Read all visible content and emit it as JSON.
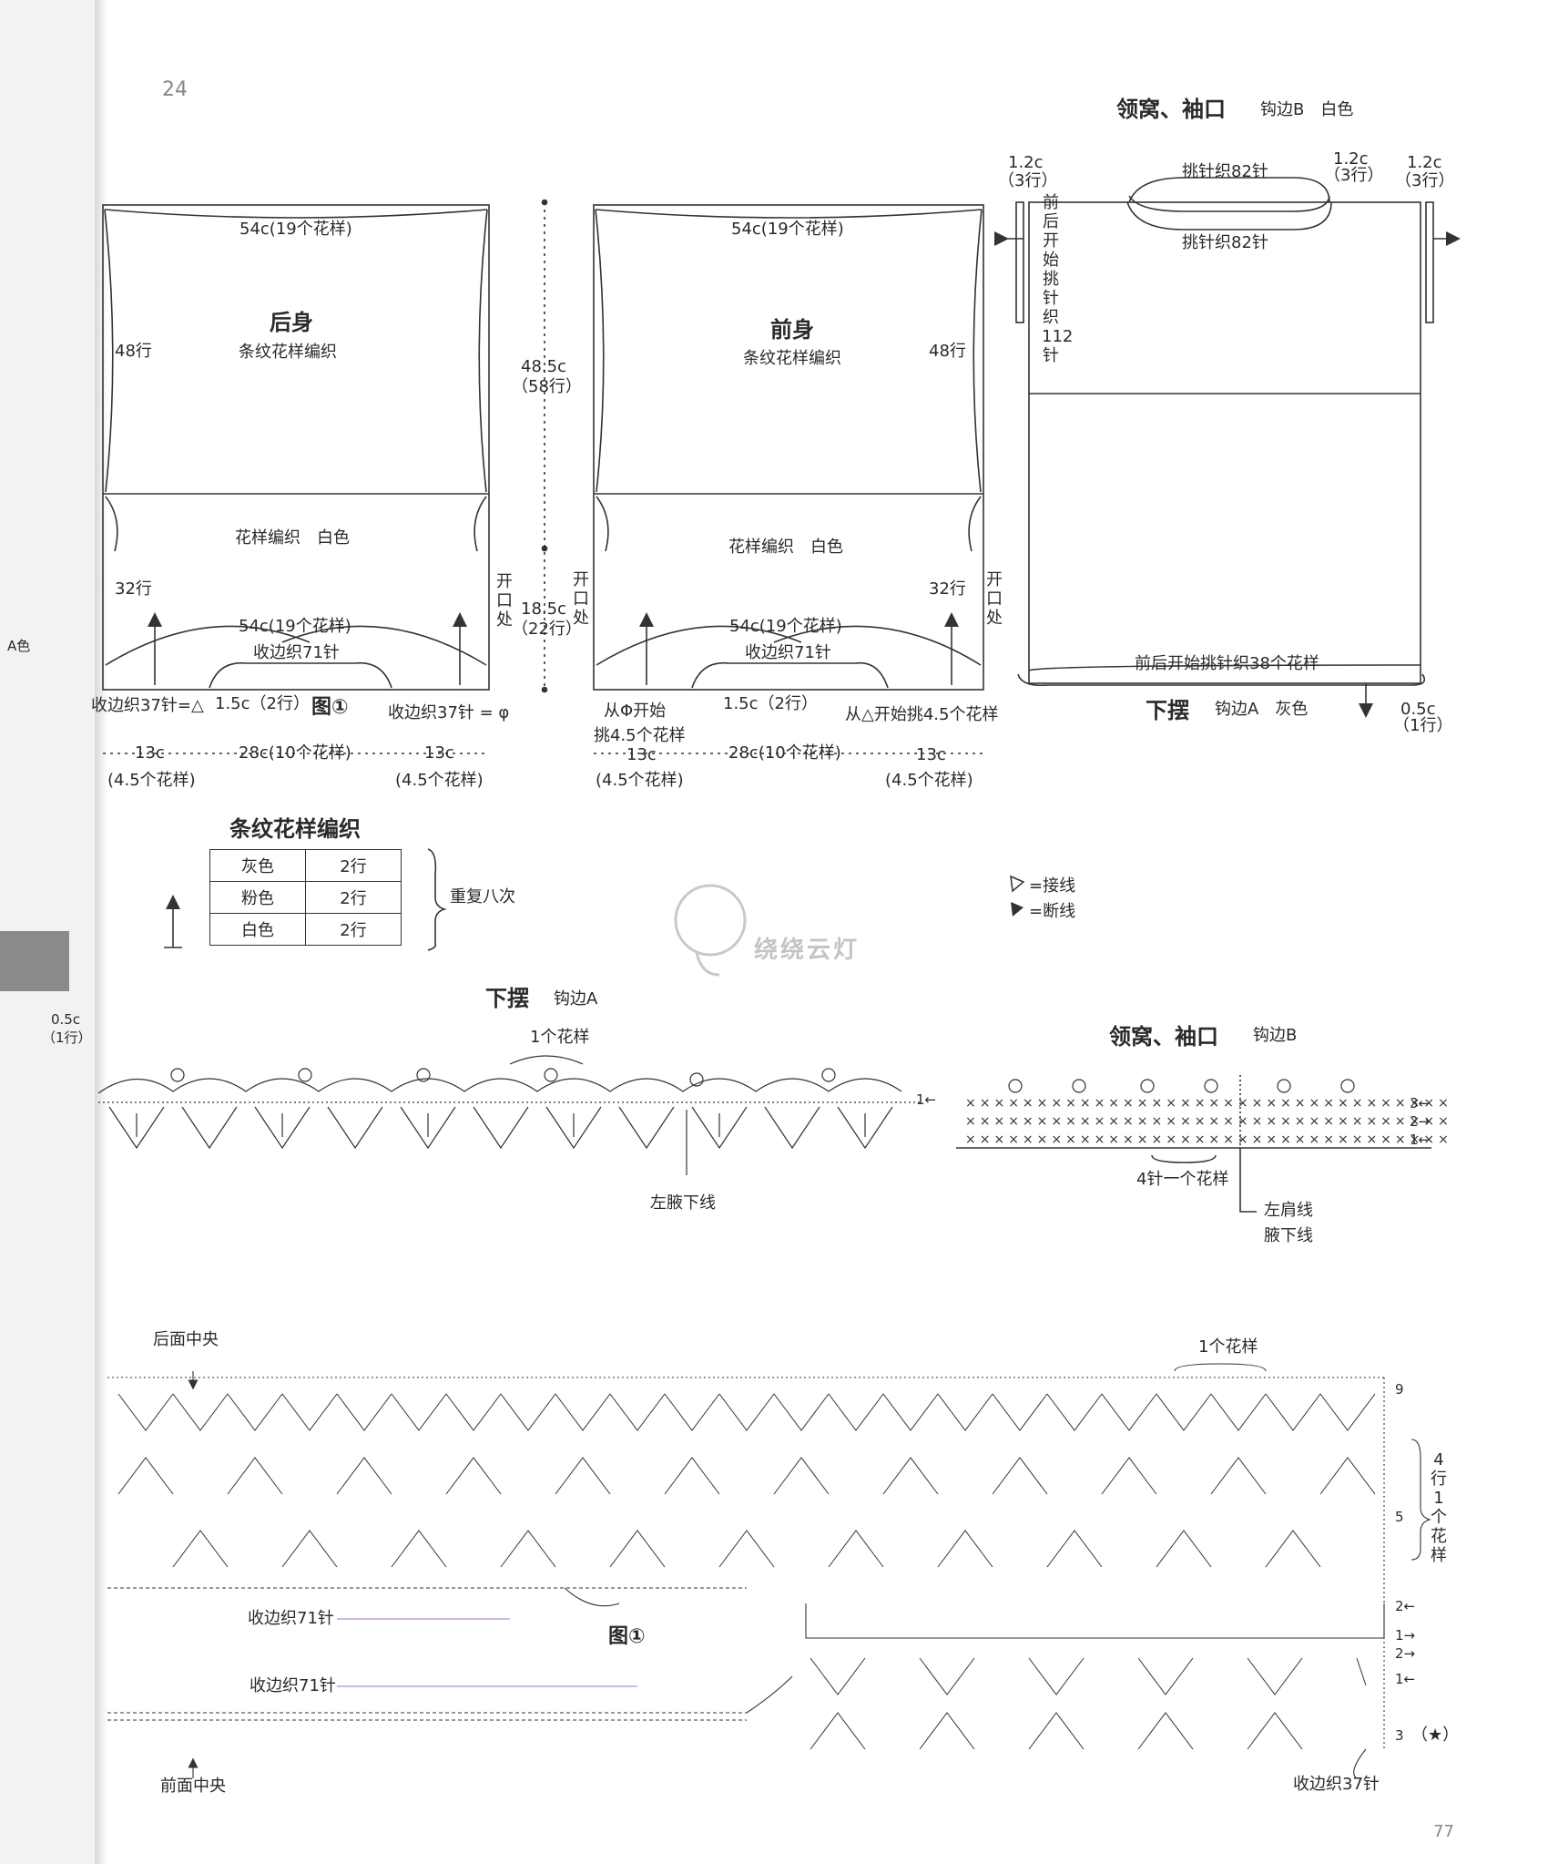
{
  "page_number_top": "24",
  "page_number_bottom": "77",
  "watermark": "绕绕云灯",
  "back": {
    "title": "后身",
    "subtitle": "条纹花样编织",
    "width_top": "54c(19个花样)",
    "rows_upper": "48行",
    "lower_label": "花样编织　白色",
    "rows_lower": "32行",
    "width_bottom": "54c(19个花样)",
    "edge_stitches": "收边织71针",
    "left_edge": "收边织37针=△",
    "right_edge": "收边织37针 = φ",
    "dip": "1.5c（2行）",
    "fig": "图①",
    "slit": "开口处",
    "dim_left": "13c",
    "dim_mid": "28c(10个花样)",
    "dim_right": "13c",
    "sub_left": "(4.5个花样)",
    "sub_right": "(4.5个花样)"
  },
  "height_total": "48.5c",
  "height_total_rows": "（58行）",
  "height_lower": "18.5c",
  "height_lower_rows": "（22行）",
  "front": {
    "title": "前身",
    "subtitle": "条纹花样编织",
    "width_top": "54c(19个花样)",
    "rows_upper": "48行",
    "lower_label": "花样编织　白色",
    "rows_lower": "32行",
    "width_bottom": "54c(19个花样)",
    "edge_stitches": "收边织71针",
    "left_note1": "从Φ开始",
    "left_note2": "挑4.5个花样",
    "right_note": "从△开始挑4.5个花样",
    "dip": "1.5c（2行）",
    "slit": "开口处",
    "dim_left": "13c",
    "dim_mid": "28c(10个花样)",
    "dim_right": "13c",
    "sub_left": "(4.5个花样)",
    "sub_right": "(4.5个花样)"
  },
  "neck": {
    "title": "领窝、袖口",
    "sub": "钩边B　白色",
    "left_dim": "1.2c",
    "left_rows": "（3行）",
    "mid_dim": "1.2c",
    "mid_rows": "（3行）",
    "right_dim": "1.2c",
    "right_rows": "（3行）",
    "pick_top": "挑针织82针",
    "pick_bottom": "挑针织82针",
    "sleeve_note": "前后开始挑针织112针",
    "hem_pick": "前后开始挑针织38个花样",
    "hem_title": "下摆",
    "hem_sub": "钩边A　灰色",
    "hem_dim": "0.5c",
    "hem_rows": "（1行）"
  },
  "stripe": {
    "title": "条纹花样编织",
    "rows": [
      {
        "color": "灰色",
        "count": "2行"
      },
      {
        "color": "粉色",
        "count": "2行"
      },
      {
        "color": "白色",
        "count": "2行"
      }
    ],
    "repeat": "重复八次"
  },
  "legend": {
    "join": "=接线",
    "cut": "=断线"
  },
  "edging_a": {
    "title": "下摆",
    "sub": "钩边A",
    "repeat": "1个花样",
    "underarm": "左腋下线",
    "row": "1←"
  },
  "edging_b": {
    "title": "领窝、袖口",
    "sub": "钩边B",
    "repeat": "4针一个花样",
    "shoulder": "左肩线",
    "underarm": "腋下线",
    "row3": "3←",
    "row2": "2→",
    "row1": "1←"
  },
  "main_chart": {
    "back_center": "后面中央",
    "front_center": "前面中央",
    "repeat": "1个花样",
    "rows_per_repeat": "4行1个花样",
    "row9": "9",
    "row5": "5",
    "row2": "2←",
    "row1a": "1→",
    "row2b": "2→",
    "row1b": "1←",
    "row3": "3",
    "star": "（★）",
    "edge71_back": "收边织71针",
    "edge71_front": "收边织71针",
    "fig": "图①",
    "edge37": "收边织37针"
  },
  "side_fragment": {
    "label_a": "A色",
    "dim": "0.5c",
    "rows": "（1行）"
  }
}
